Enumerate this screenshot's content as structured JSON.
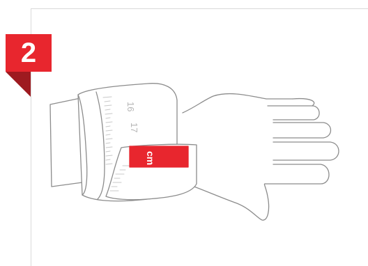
{
  "step": {
    "number": "2"
  },
  "tape": {
    "tick_labels": [
      "16",
      "17"
    ],
    "unit_label": "cm"
  },
  "colors": {
    "accent": "#e8262e",
    "accent_dark": "#9e1a20",
    "line": "#8c8c8c",
    "frame": "#d9d9d9",
    "tick_text": "#b5b5b5"
  },
  "icons": [
    "wrist-measuring-tape-illustration",
    "hand-icon",
    "measuring-tape-icon"
  ]
}
